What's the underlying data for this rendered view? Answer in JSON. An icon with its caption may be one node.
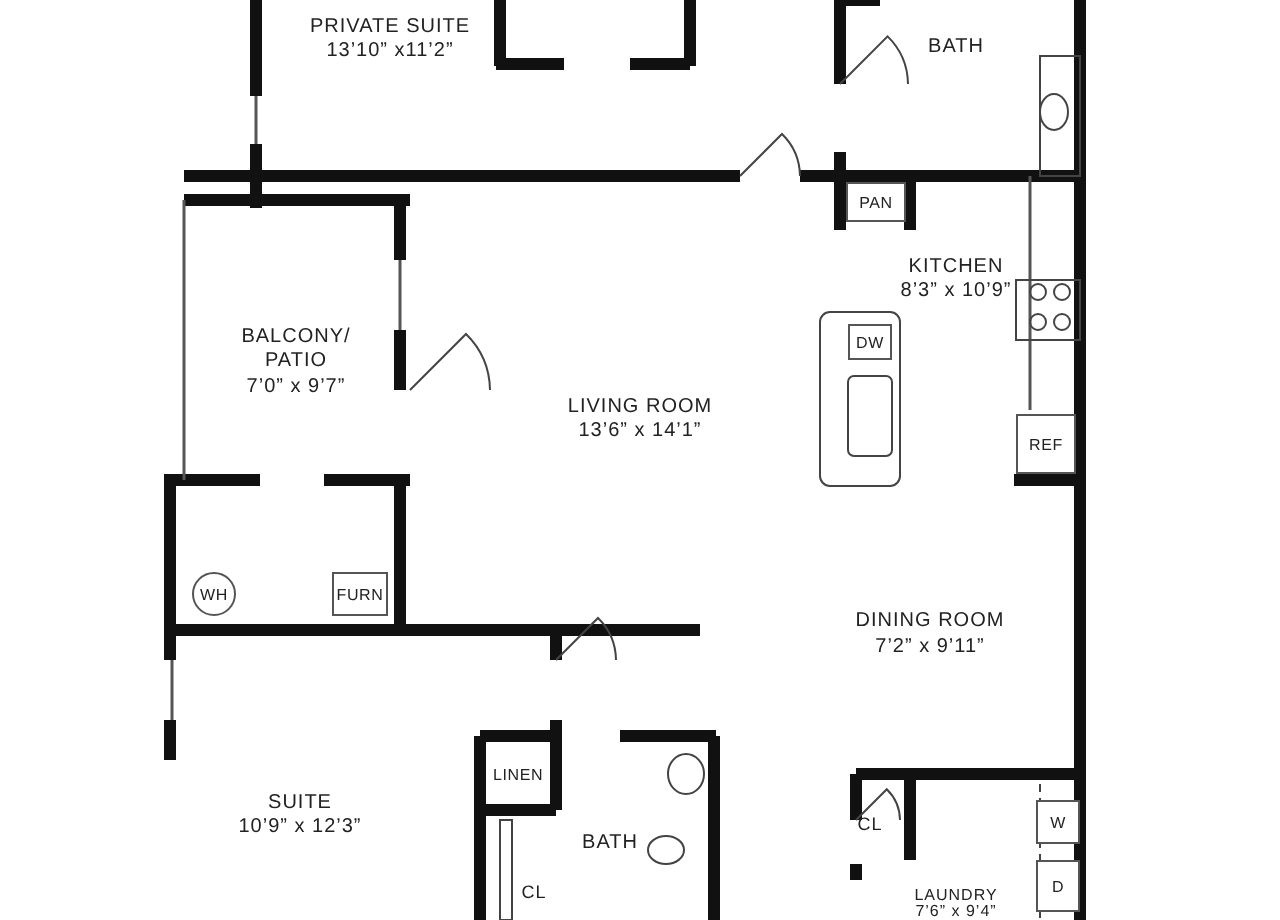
{
  "diagram": {
    "nodes": [
      {
        "text": [
          "PAN"
        ]
      },
      {
        "text": [
          "DW"
        ]
      },
      {
        "text": [
          "REF"
        ]
      },
      {
        "text": [
          "WH"
        ]
      },
      {
        "text": [
          "FURN"
        ]
      },
      {
        "text": [
          "LINEN"
        ]
      },
      {
        "text": [
          "W"
        ]
      },
      {
        "text": [
          "D"
        ]
      }
    ],
    "labels": [
      "PRIVATE SUITE",
      "13’10” x11’2”",
      "BATH",
      "KITCHEN",
      "8’3” x 10’9”",
      "BALCONY/ PATIO",
      "7’0” x 9’7”",
      "LIVING ROOM",
      "13’6” x 14’1”",
      "DINING ROOM",
      "7’2” x 9’11”",
      "SUITE",
      "10’9” x 12’3”",
      "BATH",
      "CL",
      "CL",
      "LAUNDRY",
      "7’6” x 9’4”"
    ]
  }
}
